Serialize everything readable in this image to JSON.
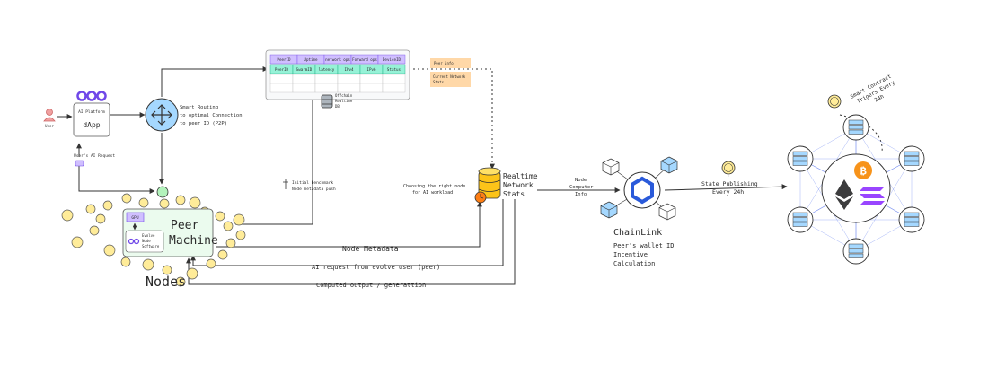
{
  "user": {
    "label": "User"
  },
  "dapp": {
    "platform": "AI Platform",
    "name": "dApp"
  },
  "user_request": "User's AI Request",
  "routing": {
    "line1": "Smart Routing",
    "line2": "to optimal Connection",
    "line3": "to peer ID (P2P)"
  },
  "table": {
    "headers": [
      "PeerID",
      "Uptime",
      "network ops",
      "Forward ops",
      "DeviceID"
    ],
    "subheaders": [
      "PeerID",
      "SwarmID",
      "latency",
      "IPv4",
      "IPv6",
      "Status"
    ]
  },
  "offchain_db": {
    "line1": "Offchain",
    "line2": "Realtime",
    "line3": "DB"
  },
  "notes": {
    "peer_info": "Peer info",
    "network_stats_1": "Current Network",
    "network_stats_2": "Stats"
  },
  "benchmark": {
    "line1": "Initial benchmark",
    "line2": "Node metadata push"
  },
  "peer_machine": {
    "title_1": "Peer",
    "title_2": "Machine",
    "gpu": "GPU",
    "sw_1": "Evolve",
    "sw_2": "Node",
    "sw_3": "Software"
  },
  "nodes_label": "Nodes",
  "choosing": {
    "line1": "Choosing the right node",
    "line2": "for AI workload"
  },
  "realtime_stats": {
    "line1": "Realtime",
    "line2": "Network",
    "line3": "Stats"
  },
  "flows": {
    "node_metadata": "Node Metadata",
    "ai_request": "AI request from evolve user (peer)",
    "computed_output": "Computed output / generattion"
  },
  "node_computer_info": {
    "line1": "Node",
    "line2": "Computer",
    "line3": "Info"
  },
  "chainlink": {
    "title": "ChainLink",
    "line1": "Peer's wallet ID",
    "line2": "Incentive",
    "line3": "Calculation"
  },
  "publishing": {
    "line1": "State Publishing",
    "line2": "Every 24h"
  },
  "smart_contract": {
    "line1": "Smart Contract",
    "line2": "Trigers Every",
    "line3": "24h"
  },
  "colors": {
    "router": "#a5d8ff",
    "table_header": "#d0bfff",
    "table_sub": "#96f2d7",
    "note": "#ffd8a8",
    "peer_bg": "#ebfbee",
    "node_dot": "#ffec99",
    "db": "#fcc419",
    "chainlink": "#2a5ada",
    "cube": "#a5d8ff",
    "eth": "#3c3c3d",
    "btc": "#f7931a",
    "sol": "#9945ff"
  }
}
